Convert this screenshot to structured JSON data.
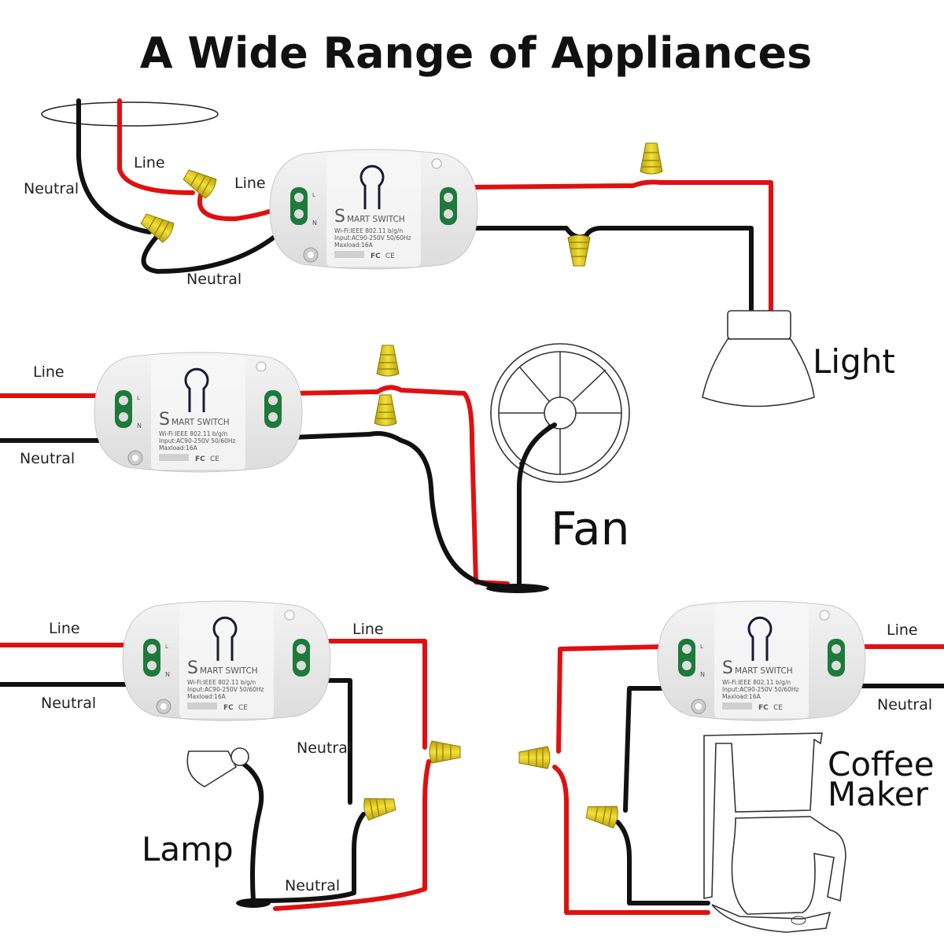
{
  "title": "A Wide Range of Appliances",
  "module": {
    "brand_initial": "S",
    "brand_rest": "MART SWITCH",
    "spec_wifi": "Wi-Fi:IEEE 802.11 b/g/n",
    "spec_input": "Input:AC90-250V 50/60Hz",
    "spec_load": "Maxload:16A",
    "cert_fc": "FC",
    "cert_ce": "CE",
    "terminal_l": "L",
    "terminal_n": "N"
  },
  "colors": {
    "line_wire": "#e01010",
    "neutral_wire": "#111111",
    "wire_nut": "#e8d21a",
    "terminal": "#1d7a3a"
  },
  "circuits": [
    {
      "appliance": "Light",
      "labels": {
        "neutral_in": "Neutral",
        "line_in": "Line",
        "line_to_switch": "Line",
        "neutral_out": "Neutral"
      }
    },
    {
      "appliance": "Fan",
      "labels": {
        "line_in": "Line",
        "neutral_in": "Neutral"
      }
    },
    {
      "appliance": "Lamp",
      "labels": {
        "line_in": "Line",
        "neutral_in": "Neutral",
        "line_out": "Line",
        "neutral_mid": "Neutral",
        "neutral_bottom": "Neutral"
      }
    },
    {
      "appliance_line1": "Coffee",
      "appliance_line2": "Maker",
      "labels": {
        "line_in": "Line",
        "neutral_in": "Neutral"
      }
    }
  ]
}
